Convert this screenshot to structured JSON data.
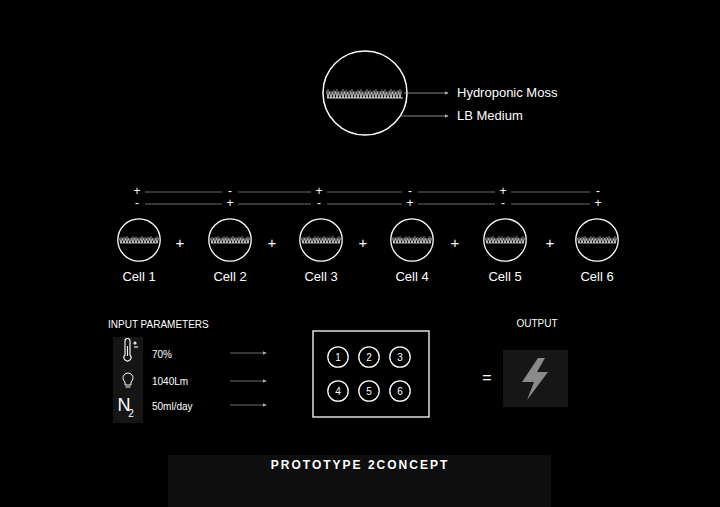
{
  "diagram": {
    "title": "PROTOTYPE 2CONCEPT",
    "nodes": [
      {
        "text": [
          "Cell 1"
        ]
      },
      {
        "text": [
          "Cell 2"
        ]
      },
      {
        "text": [
          "Cell 3"
        ]
      },
      {
        "text": [
          "Cell 4"
        ]
      },
      {
        "text": [
          "Cell 5"
        ]
      },
      {
        "text": [
          "Cell 6"
        ]
      },
      {
        "text": [
          "1"
        ]
      },
      {
        "text": [
          "2"
        ]
      },
      {
        "text": [
          "3"
        ]
      },
      {
        "text": [
          "4"
        ]
      },
      {
        "text": [
          "5"
        ]
      },
      {
        "text": [
          "6"
        ]
      }
    ],
    "labels": [
      "Hydroponic Moss",
      "LB Medium",
      "+",
      "-",
      "+",
      "-",
      "+",
      "-",
      "-",
      "+",
      "-",
      "+",
      "-",
      "+",
      "+",
      "+",
      "+",
      "+",
      "+",
      "INPUT PARAMETERS",
      "70%",
      "1040Lm",
      "N",
      "2",
      "50ml/day",
      "=",
      "OUTPUT"
    ]
  }
}
